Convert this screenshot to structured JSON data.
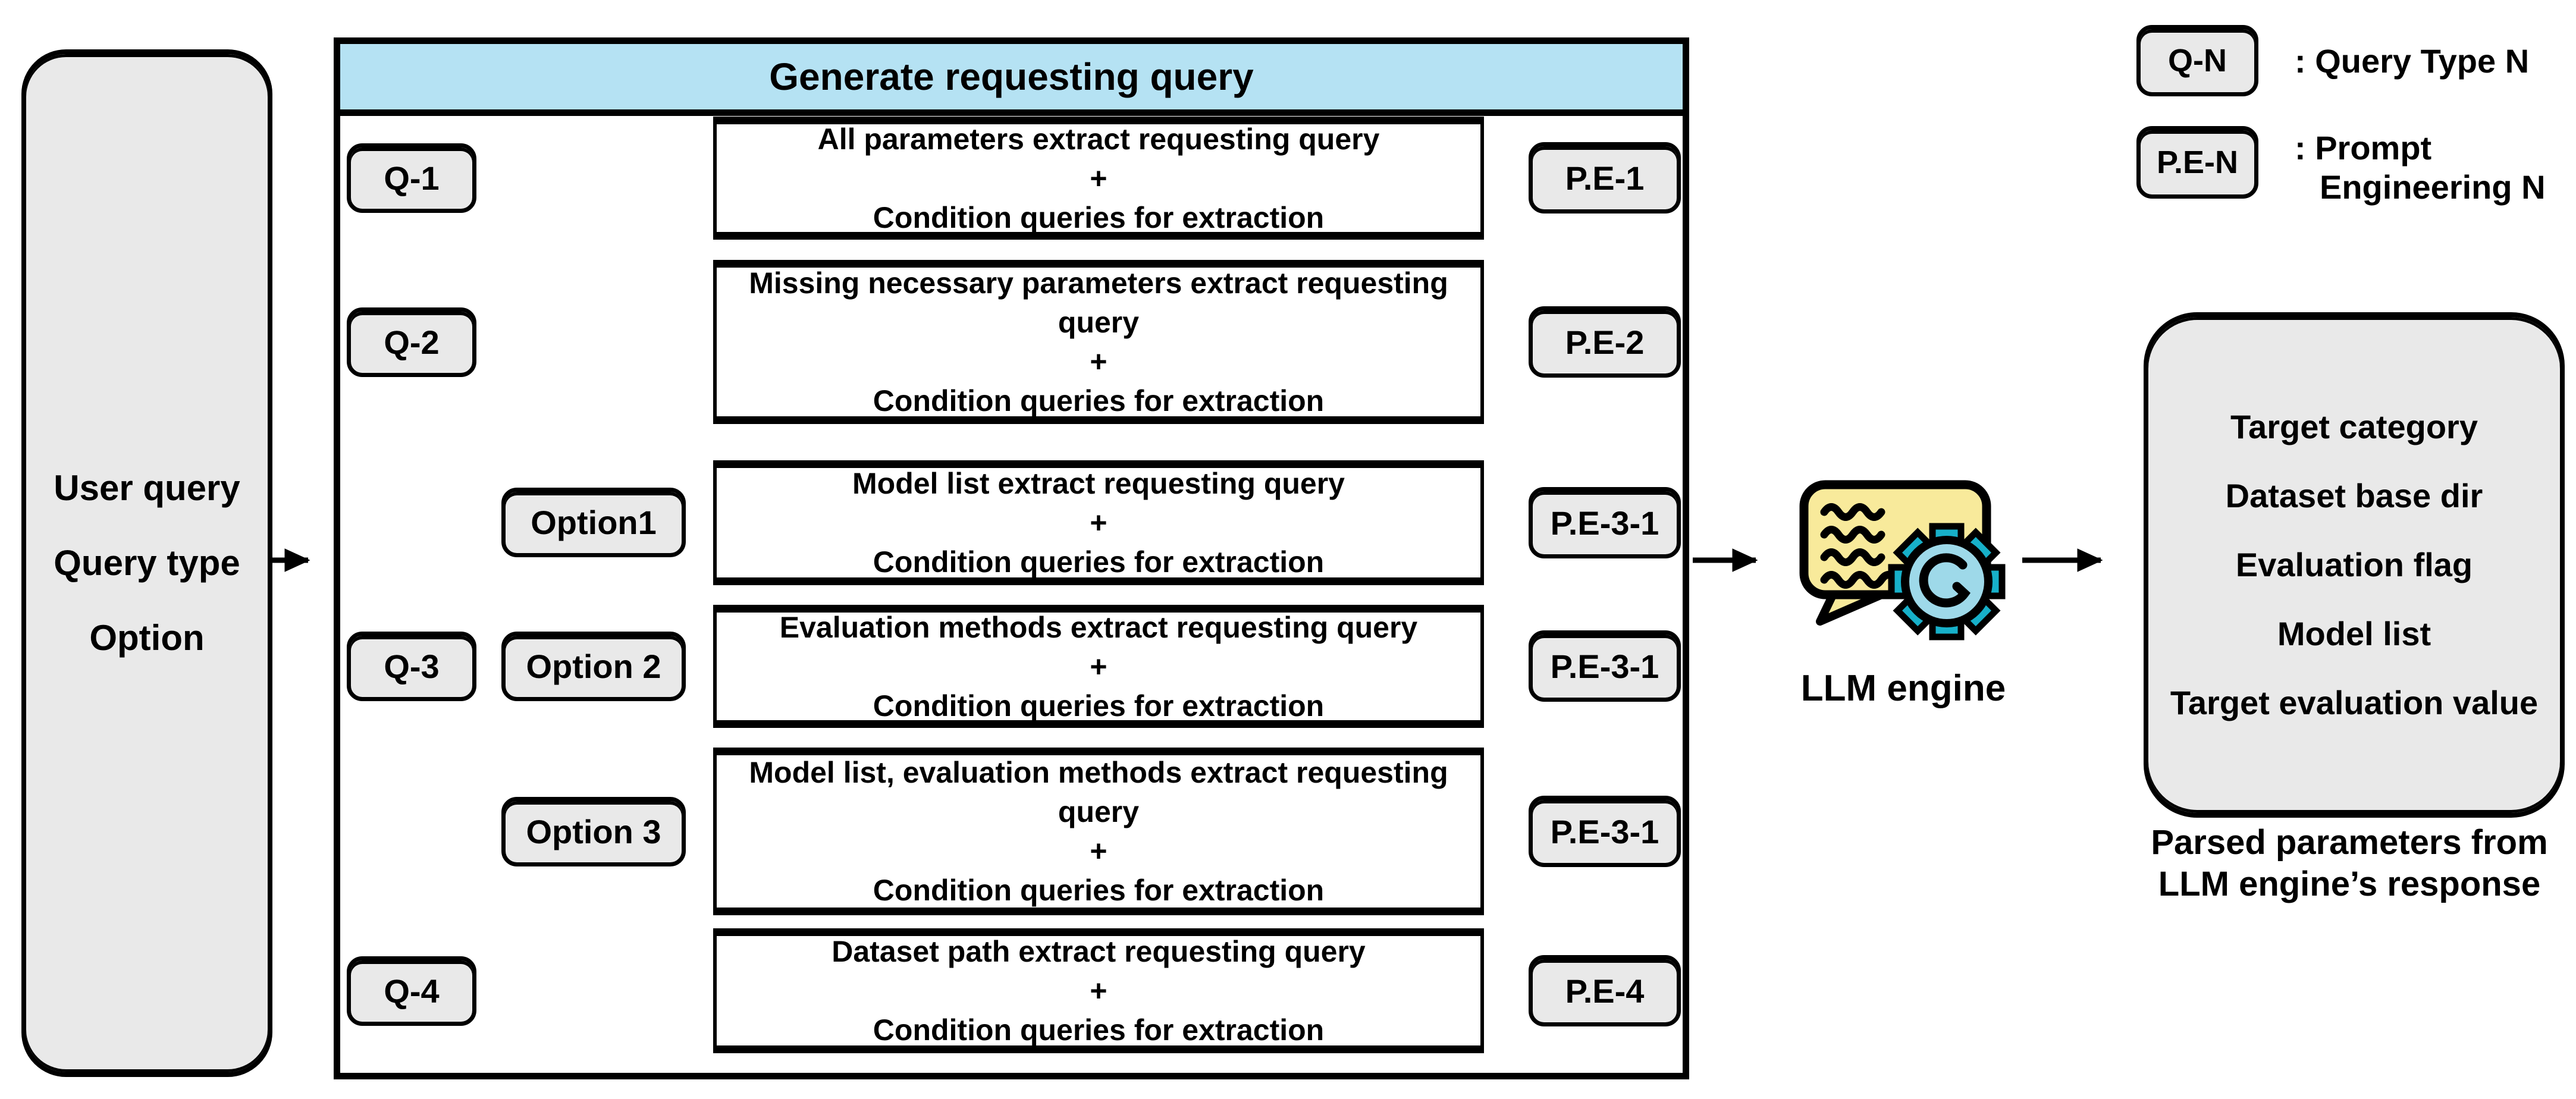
{
  "title": "Generate requesting query",
  "input_box": {
    "items": [
      "User query",
      "Query type",
      "Option"
    ]
  },
  "pipeline": {
    "rows": [
      {
        "q": "Q-1",
        "lines": [
          "All parameters extract requesting query",
          "+",
          "Condition queries for extraction"
        ],
        "pe": "P.E-1"
      },
      {
        "q": "Q-2",
        "lines": [
          "Missing necessary parameters extract requesting",
          "query",
          "+",
          "Condition queries for extraction"
        ],
        "pe": "P.E-2"
      },
      {
        "option": "Option1",
        "lines": [
          "Model list extract requesting query",
          "+",
          "Condition queries for extraction"
        ],
        "pe": "P.E-3-1"
      },
      {
        "q": "Q-3",
        "option": "Option 2",
        "lines": [
          "Evaluation methods extract requesting query",
          "+",
          "Condition queries for extraction"
        ],
        "pe": "P.E-3-1"
      },
      {
        "option": "Option 3",
        "lines": [
          "Model list, evaluation methods extract requesting",
          "query",
          "+",
          "Condition queries for extraction"
        ],
        "pe": "P.E-3-1"
      },
      {
        "q": "Q-4",
        "lines": [
          "Dataset path extract requesting query",
          "+",
          "Condition queries for extraction"
        ],
        "pe": "P.E-4"
      }
    ]
  },
  "llm": {
    "label": "LLM engine"
  },
  "output_box": {
    "items": [
      "Target category",
      "Dataset base dir",
      "Evaluation flag",
      "Model list",
      "Target evaluation value"
    ],
    "caption_line1": "Parsed parameters from",
    "caption_line2": "LLM engine’s response"
  },
  "legend": {
    "q_badge": "Q-N",
    "q_label": ": Query Type N",
    "pe_badge": "P.E-N",
    "pe_label_line1": ": Prompt",
    "pe_label_line2": "Engineering N"
  },
  "colors": {
    "header_blue": "#b5e2f3",
    "box_gray": "#e9e9e9",
    "bubble_yellow": "#f8ea9b",
    "gear_teal": "#17b0c9",
    "gear_center_blue": "#9ed9e9",
    "line_black": "#000000"
  }
}
